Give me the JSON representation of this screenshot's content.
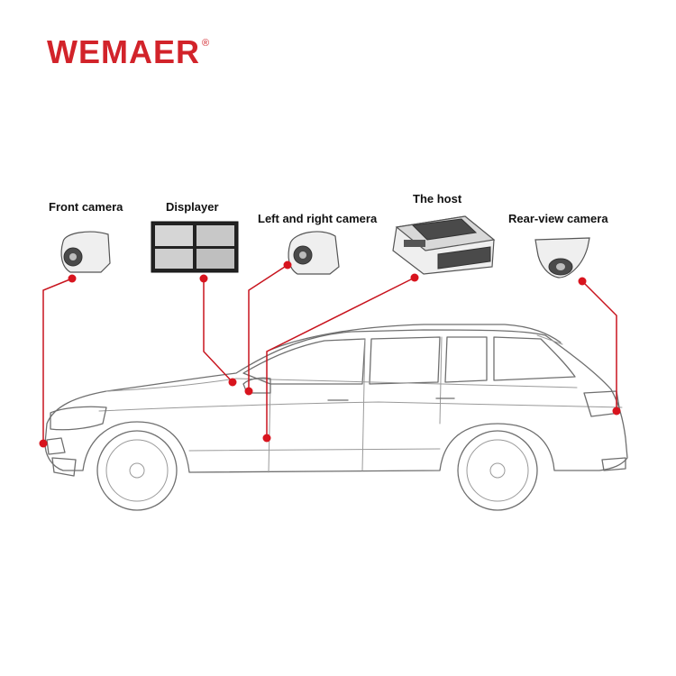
{
  "brand": {
    "name": "WEMAER",
    "registered": "®",
    "color": "#d2232a"
  },
  "labels": {
    "front_camera": "Front camera",
    "displayer": "Displayer",
    "left_right_camera": "Left and right camera",
    "host": "The host",
    "rear_camera": "Rear-view camera"
  },
  "colors": {
    "wire": "#c8141e",
    "outline": "#6f6f6f"
  },
  "icons": [
    "front-camera-icon",
    "displayer-icon",
    "side-camera-icon",
    "host-icon",
    "rear-camera-icon",
    "car-illustration"
  ]
}
